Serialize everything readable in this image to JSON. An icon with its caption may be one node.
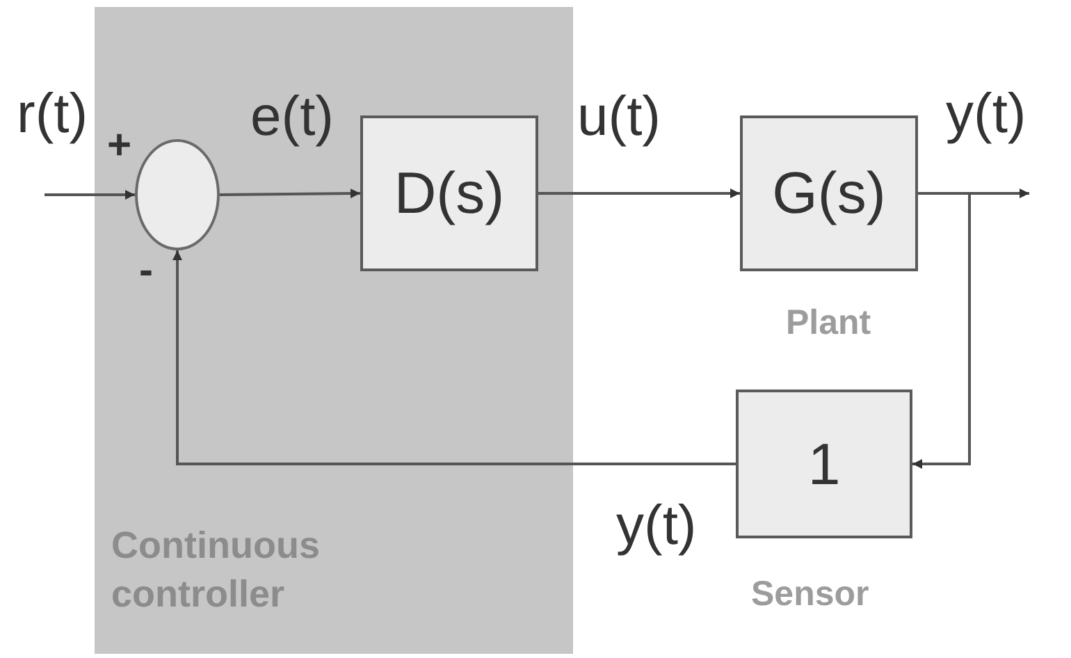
{
  "diagram": {
    "nodes": [
      {
        "text": [
          "Continuous controller"
        ]
      },
      {
        "text": [],
        "shape": "circle",
        "in": 0
      },
      {
        "text": [
          "D(s)"
        ],
        "in": 0
      },
      {
        "text": [
          "G(s)"
        ],
        "beside": [
          "Plant"
        ]
      },
      {
        "text": [
          "1"
        ],
        "beside": [
          "Sensor"
        ]
      }
    ],
    "edges": [
      {
        "from": null,
        "to": 1,
        "arrow": "to",
        "label": "r(t)"
      },
      {
        "from": 1,
        "to": 2,
        "arrow": "to",
        "label": "e(t)"
      },
      {
        "from": 2,
        "to": 3,
        "arrow": "to",
        "label": "u(t)"
      },
      {
        "from": 3,
        "to": null,
        "arrow": "to",
        "label": "y(t)"
      },
      {
        "from": 3,
        "to": 4,
        "arrow": "to"
      },
      {
        "from": 4,
        "to": 1,
        "arrow": "to",
        "label": "y(t)"
      }
    ],
    "labels": [
      "+",
      "-"
    ]
  }
}
